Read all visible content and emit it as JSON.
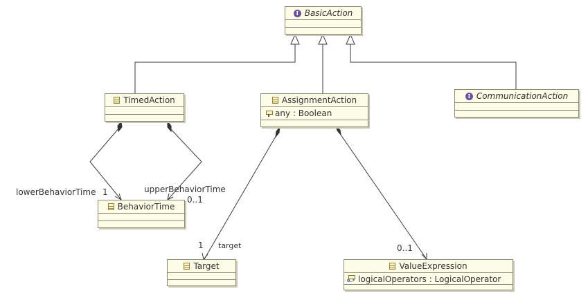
{
  "classes": {
    "basic_action": {
      "name": "BasicAction",
      "icon": "interface-icon"
    },
    "timed_action": {
      "name": "TimedAction",
      "icon": "class-icon"
    },
    "assignment_action": {
      "name": "AssignmentAction",
      "icon": "class-icon",
      "attributes": [
        "any : Boolean"
      ]
    },
    "communication_action": {
      "name": "CommunicationAction",
      "icon": "interface-icon"
    },
    "behavior_time": {
      "name": "BehaviorTime",
      "icon": "class-icon"
    },
    "target": {
      "name": "Target",
      "icon": "class-icon"
    },
    "value_expression": {
      "name": "ValueExpression",
      "icon": "class-icon",
      "attributes": [
        "logicalOperators : LogicalOperator"
      ]
    }
  },
  "associations": {
    "lower_behavior_time": {
      "role": "lowerBehaviorTime",
      "multiplicity": "1"
    },
    "upper_behavior_time": {
      "role": "upperBehaviorTime",
      "multiplicity": "0..1"
    },
    "target": {
      "role": "target",
      "multiplicity": "1"
    },
    "value_expression": {
      "multiplicity": "0..1"
    }
  }
}
